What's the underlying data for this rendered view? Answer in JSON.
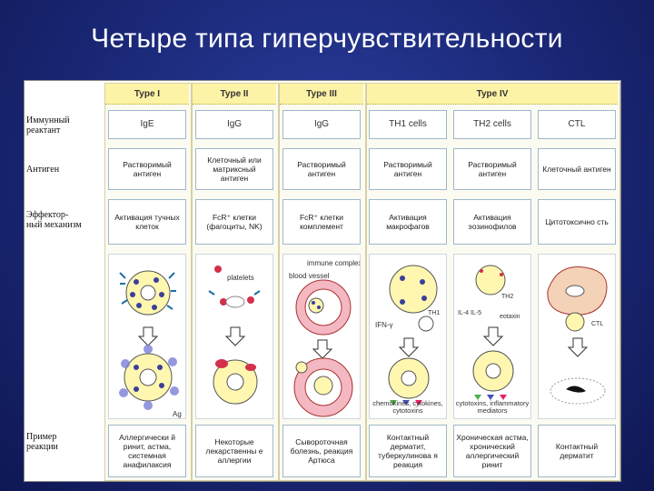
{
  "title": "Четыре типа гиперчувствительности",
  "row_labels": {
    "reactant": "Иммунный реактант",
    "antigen": "Антиген",
    "effector": "Эффектор-ный механизм",
    "example": "Пример реакции"
  },
  "columns": [
    {
      "header": "Type I",
      "reactant": "IgE",
      "antigen": "Растворимый антиген",
      "effector": "Активация тучных клеток",
      "example": "Аллергически й ринит, астма, системная анафилаксия"
    },
    {
      "header": "Type II",
      "reactant": "IgG",
      "antigen": "Клеточный или матриксный антиген",
      "effector": "FcR⁺ клетки (фагоциты, NK)",
      "example": "Некоторые лекарственны е аллергии"
    },
    {
      "header": "Type III",
      "reactant": "IgG",
      "antigen": "Растворимый антиген",
      "effector": "FcR⁺ клетки комплемент",
      "example": "Сывороточная болезнь, реакция Артюса"
    },
    {
      "header": "Type IV",
      "reactant": "TH1 cells",
      "antigen": "Растворимый антиген",
      "effector": "Активация макрофагов",
      "example": "Контактный дерматит, туберкулинова я реакция"
    },
    {
      "header": "",
      "reactant": "TH2 cells",
      "antigen": "Растворимый антиген",
      "effector": "Активация эозинофилов",
      "example": "Хроническая астма, хронический аллергический ринит"
    },
    {
      "header": "",
      "reactant": "CTL",
      "antigen": "Клеточный антиген",
      "effector": "Цитотоксично сть",
      "example": "Контактный дерматит"
    }
  ],
  "art_labels": {
    "ag": "Ag",
    "platelets": "platelets",
    "immune_complex": "immune complex",
    "blood_vessel": "blood vessel",
    "ifn": "IFN-γ",
    "th1": "TH1",
    "th2": "TH2",
    "il": "IL-4 IL-5",
    "eotaxin": "eotaxin",
    "ctl": "CTL",
    "chemokines": "chemokines, cytokines, cytotoxins",
    "cytotoxins": "cytotoxins, inflammatory mediators"
  },
  "colors": {
    "background": "#1a2775",
    "header_fill": "#fdf3a6",
    "cell_border": "#9fb8c9"
  }
}
